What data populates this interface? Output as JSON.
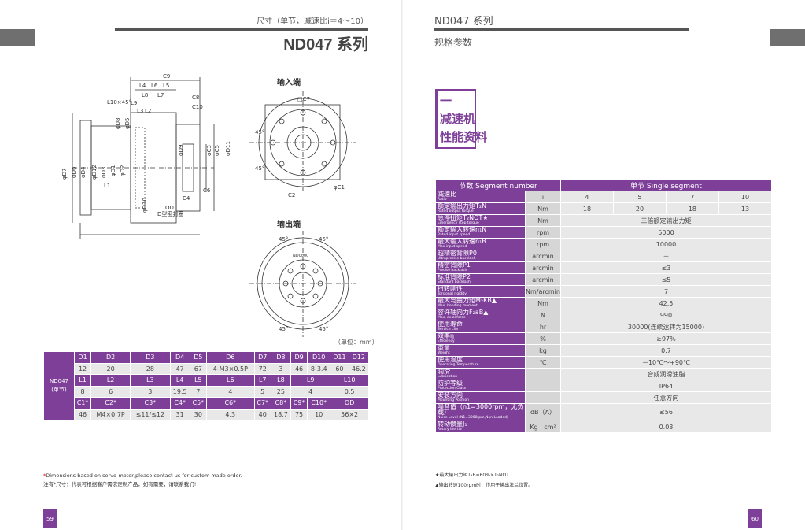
{
  "left_page": {
    "subtitle": "尺寸（单节，减速比i＝4～10）",
    "title": "ND047 系列",
    "page_number": "59",
    "views": {
      "input": "输入端",
      "output": "输出端"
    },
    "motor_interface_note": "D型密封圈",
    "unit_label": "（单位：mm）",
    "dim_labels": {
      "top": [
        "C9",
        "L4",
        "L6",
        "L5",
        "L7",
        "C8",
        "C10",
        "L10×45°",
        "L8",
        "L9",
        "L3",
        "L2"
      ],
      "left": [
        "φD7",
        "φD6",
        "φD4",
        "φD12",
        "φD3",
        "φD1",
        "φD2",
        "φD8",
        "φD5"
      ],
      "right": [
        "φD9",
        "φC3",
        "φC5",
        "φD11"
      ],
      "bottom": [
        "L1",
        "C4",
        "C6",
        "φD10",
        "OD"
      ],
      "input_view": [
        "□C7",
        "45°",
        "45°",
        "C2",
        "φC1"
      ],
      "output_view": [
        "45°",
        "45°",
        "45°",
        "45°"
      ],
      "output_marking": "ND0000"
    },
    "dim_table": {
      "model": "ND047",
      "model_sub": "(单节)",
      "rows": [
        {
          "type": "hdr",
          "cells": [
            {
              "t": "D1",
              "s": 1
            },
            {
              "t": "D2",
              "s": 1
            },
            {
              "t": "D3",
              "s": 1
            },
            {
              "t": "D4",
              "s": 1
            },
            {
              "t": "D5",
              "s": 1
            },
            {
              "t": "D6",
              "s": 1
            },
            {
              "t": "D7",
              "s": 1
            },
            {
              "t": "D8",
              "s": 1
            },
            {
              "t": "D9",
              "s": 1
            },
            {
              "t": "D10",
              "s": 1
            },
            {
              "t": "D11",
              "s": 1
            },
            {
              "t": "D12",
              "s": 1
            }
          ]
        },
        {
          "type": "val",
          "cells": [
            {
              "t": "12",
              "s": 1
            },
            {
              "t": "20",
              "s": 1
            },
            {
              "t": "28",
              "s": 1
            },
            {
              "t": "47",
              "s": 1
            },
            {
              "t": "67",
              "s": 1
            },
            {
              "t": "4-M3×0.5P",
              "s": 1
            },
            {
              "t": "72",
              "s": 1
            },
            {
              "t": "3",
              "s": 1
            },
            {
              "t": "46",
              "s": 1
            },
            {
              "t": "8-3.4",
              "s": 1
            },
            {
              "t": "60",
              "s": 1
            },
            {
              "t": "46.2",
              "s": 1
            }
          ]
        },
        {
          "type": "hdr",
          "cells": [
            {
              "t": "L1",
              "s": 1
            },
            {
              "t": "L2",
              "s": 1
            },
            {
              "t": "L3",
              "s": 1
            },
            {
              "t": "L4",
              "s": 1
            },
            {
              "t": "L5",
              "s": 1
            },
            {
              "t": "L6",
              "s": 1
            },
            {
              "t": "L7",
              "s": 1
            },
            {
              "t": "L8",
              "s": 1
            },
            {
              "t": "L9",
              "s": 2
            },
            {
              "t": "L10",
              "s": 2
            }
          ]
        },
        {
          "type": "val",
          "cells": [
            {
              "t": "8",
              "s": 1
            },
            {
              "t": "6",
              "s": 1
            },
            {
              "t": "3",
              "s": 1
            },
            {
              "t": "19.5",
              "s": 1
            },
            {
              "t": "7",
              "s": 1
            },
            {
              "t": "4",
              "s": 1
            },
            {
              "t": "5",
              "s": 1
            },
            {
              "t": "25",
              "s": 1
            },
            {
              "t": "4",
              "s": 2
            },
            {
              "t": "0.5",
              "s": 2
            }
          ]
        },
        {
          "type": "hdr",
          "cells": [
            {
              "t": "C1*",
              "s": 1
            },
            {
              "t": "C2*",
              "s": 1
            },
            {
              "t": "C3*",
              "s": 1
            },
            {
              "t": "C4*",
              "s": 1
            },
            {
              "t": "C5*",
              "s": 1
            },
            {
              "t": "C6*",
              "s": 1
            },
            {
              "t": "C7*",
              "s": 1
            },
            {
              "t": "C8*",
              "s": 1
            },
            {
              "t": "C9*",
              "s": 1
            },
            {
              "t": "C10*",
              "s": 1
            },
            {
              "t": "OD",
              "s": 2
            }
          ]
        },
        {
          "type": "val",
          "cells": [
            {
              "t": "46",
              "s": 1
            },
            {
              "t": "M4×0.7P",
              "s": 1
            },
            {
              "t": "≤11/≤12",
              "s": 1
            },
            {
              "t": "31",
              "s": 1
            },
            {
              "t": "30",
              "s": 1
            },
            {
              "t": "4.3",
              "s": 1
            },
            {
              "t": "40",
              "s": 1
            },
            {
              "t": "18.7",
              "s": 1
            },
            {
              "t": "75",
              "s": 1
            },
            {
              "t": "10",
              "s": 1
            },
            {
              "t": "56×2",
              "s": 2
            }
          ]
        }
      ]
    },
    "note_en": "Dimensions based on servo-motor,please contact us for custom made order.",
    "note_star": "*",
    "note_cn": "注有*尺寸：代表可根据客户需求定制产品，如有需要，请联系我们!"
  },
  "right_page": {
    "series": "ND047 系列",
    "spec_title": "规格参数",
    "perf_mark": "一",
    "perf_line1": "减速机",
    "perf_line2": "性能资料",
    "page_number": "60",
    "table_header": {
      "segment": "节数 Segment number",
      "single": "单节 Single segment"
    },
    "rows": [
      {
        "cn": "减速比",
        "en": "Ratio",
        "unit": "i",
        "vals": [
          "4",
          "5",
          "7",
          "10"
        ]
      },
      {
        "cn": "额定输出力矩T₂N",
        "en": "Rated output torque",
        "unit": "Nm",
        "vals": [
          "18",
          "20",
          "18",
          "13"
        ]
      },
      {
        "cn": "急停扭矩T₂NOT★",
        "en": "Emergency stop torque",
        "unit": "Nm",
        "vals": [
          "三倍额定输出力矩"
        ]
      },
      {
        "cn": "额定输入转速n₁N",
        "en": "Rated input speed",
        "unit": "rpm",
        "vals": [
          "5000"
        ]
      },
      {
        "cn": "最大输入转速n₁B",
        "en": "Max input speed",
        "unit": "rpm",
        "vals": [
          "10000"
        ]
      },
      {
        "cn": "超精密背隙P0",
        "en": "Ultraprecise backlash",
        "unit": "arcmin",
        "vals": [
          "－"
        ]
      },
      {
        "cn": "精密背隙P1",
        "en": "Precise backlash",
        "unit": "arcmin",
        "vals": [
          "≤3"
        ]
      },
      {
        "cn": "标准背隙P2",
        "en": "Standard backlash",
        "unit": "arcmin",
        "vals": [
          "≤5"
        ]
      },
      {
        "cn": "扭转刚性",
        "en": "Torsional rigidity",
        "unit": "Nm/arcmin",
        "vals": [
          "7"
        ]
      },
      {
        "cn": "最大弯曲力矩M₂KB▲",
        "en": "Max. bending moment",
        "unit": "Nm",
        "vals": [
          "42.5"
        ]
      },
      {
        "cn": "容许轴向力F₂aB▲",
        "en": "Max. axial force",
        "unit": "N",
        "vals": [
          "990"
        ]
      },
      {
        "cn": "使用寿命",
        "en": "Service Life",
        "unit": "hr",
        "vals": [
          "30000(连续运转为15000)"
        ]
      },
      {
        "cn": "效率η",
        "en": "Efficiency",
        "unit": "%",
        "vals": [
          "≥97%"
        ]
      },
      {
        "cn": "重量",
        "en": "Weight",
        "unit": "kg",
        "vals": [
          "0.7"
        ]
      },
      {
        "cn": "使用温度",
        "en": "Operating Temperature",
        "unit": "℃",
        "vals": [
          "－10℃～+90℃"
        ]
      },
      {
        "cn": "润滑",
        "en": "Lubrication",
        "unit": "",
        "vals": [
          "合成润滑油脂"
        ]
      },
      {
        "cn": "防护等级",
        "en": "Protection Class",
        "unit": "",
        "vals": [
          "IP64"
        ]
      },
      {
        "cn": "安装方向",
        "en": "Mounting Position",
        "unit": "",
        "vals": [
          "任意方向"
        ]
      },
      {
        "cn": "噪音值（n1=3000rpm，无负载）",
        "en": "Noise Level (N1=3000rpm,Non-Loaded)",
        "unit": "dB（A）",
        "vals": [
          "≤56"
        ]
      },
      {
        "cn": "转动惯量J₁",
        "en": "Rotary inertia",
        "unit": "Kg · cm²",
        "vals": [
          "0.03"
        ]
      }
    ],
    "note1": "★最大输出力矩T₂B=60%×T₂NOT",
    "note2": "▲输出转速100rpm时，作用于输出法兰位置。"
  },
  "colors": {
    "accent": "#7d3f98",
    "cell": "#e8e8e8",
    "unit_cell": "#d6d6d6",
    "tab": "#6f6f6f"
  }
}
